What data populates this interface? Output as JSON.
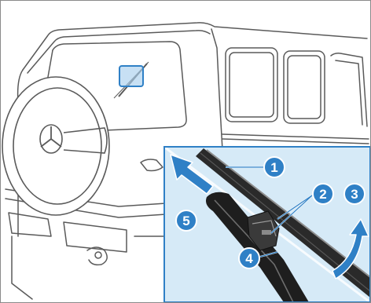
{
  "callouts": [
    {
      "id": "1",
      "label": "1",
      "color": "#2f80c6"
    },
    {
      "id": "2",
      "label": "2",
      "color": "#2f80c6"
    },
    {
      "id": "3",
      "label": "3",
      "color": "#2f80c6"
    },
    {
      "id": "4",
      "label": "4",
      "color": "#2f80c6"
    },
    {
      "id": "5",
      "label": "5",
      "color": "#2f80c6"
    }
  ],
  "colors": {
    "accent_blue": "#2f80c6",
    "inset_background": "#d6eaf7",
    "line_art": "#555555",
    "blade_dark": "#1e1e1e"
  },
  "icons": [
    "arrow-slide-icon",
    "arrow-rotate-icon"
  ]
}
